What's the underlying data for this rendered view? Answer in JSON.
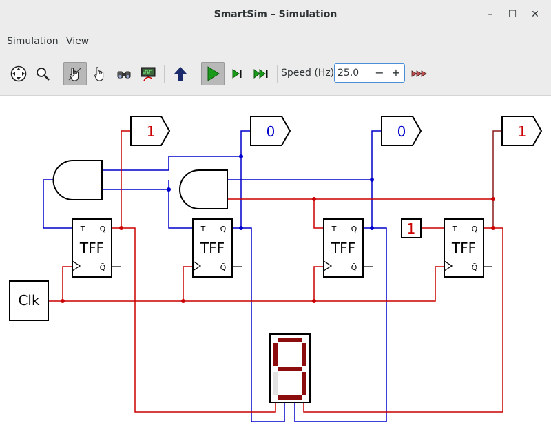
{
  "window": {
    "title": "SmartSim – Simulation"
  },
  "menu": [
    "Simulation",
    "View"
  ],
  "toolbar": {
    "speed_label": "Speed (Hz):",
    "speed_value": "25.0",
    "decrement": "−",
    "increment": "+"
  },
  "colors": {
    "high": "#cc0000",
    "low": "#0000cc",
    "wire_neutral": "#000000"
  },
  "circuit": {
    "outputs": [
      {
        "value": "1",
        "state": "high"
      },
      {
        "value": "0",
        "state": "low"
      },
      {
        "value": "0",
        "state": "low"
      },
      {
        "value": "1",
        "state": "high"
      }
    ],
    "flipflops": [
      {
        "name": "TFF",
        "t": "T",
        "q": "Q",
        "qbar": "Q̄"
      },
      {
        "name": "TFF",
        "t": "T",
        "q": "Q",
        "qbar": "Q̄"
      },
      {
        "name": "TFF",
        "t": "T",
        "q": "Q",
        "qbar": "Q̄"
      },
      {
        "name": "TFF",
        "t": "T",
        "q": "Q",
        "qbar": "Q̄"
      }
    ],
    "constant": "1",
    "clock_label": "Clk",
    "display_digit": "9"
  }
}
